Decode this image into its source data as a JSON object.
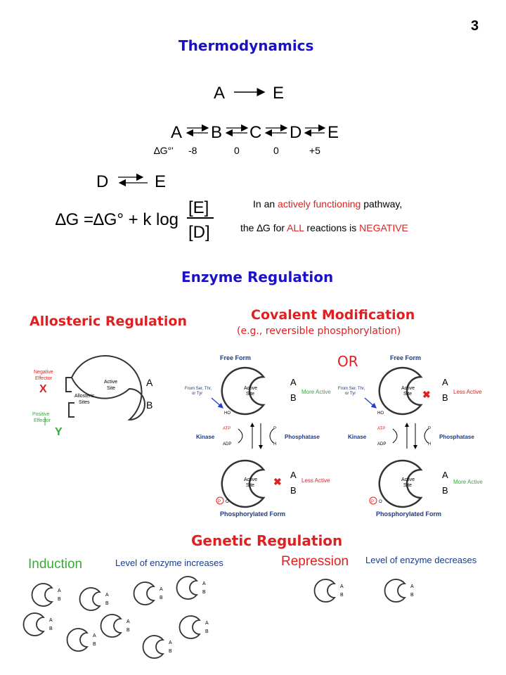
{
  "page_number": "3",
  "thermo": {
    "title": "Thermodynamics",
    "simple": {
      "left": "A",
      "right": "E"
    },
    "pathway": {
      "nodes": [
        "A",
        "B",
        "C",
        "D",
        "E"
      ],
      "dg_label": "∆G°'",
      "dg_values": [
        "-8",
        "0",
        "0",
        "+5"
      ]
    },
    "equilibrium": {
      "left": "D",
      "right": "E"
    },
    "equation": {
      "lhs": "∆G =∆G° + k log",
      "num": "[E]",
      "den": "[D]"
    },
    "note1": {
      "a": "In an ",
      "b": "actively functioning",
      "c": " pathway,"
    },
    "note2": {
      "a": "the ∆G for ",
      "b": "ALL",
      "c": " reactions is ",
      "d": "NEGATIVE"
    }
  },
  "enzyme_regulation": {
    "title": "Enzyme Regulation"
  },
  "allosteric": {
    "title": "Allosteric Regulation",
    "negative_effector": [
      "Negative",
      "Effector"
    ],
    "x": "X",
    "positive_effector": [
      "Positive",
      "Effector"
    ],
    "y": "Y",
    "active_site": [
      "Active",
      "Site"
    ],
    "allosteric_sites": [
      "Allosteric",
      "Sites"
    ],
    "a": "A",
    "b": "B"
  },
  "covalent": {
    "title": "Covalent Modification",
    "subtitle": "(e.g., reversible phosphorylation)",
    "or": "OR",
    "free_form": "Free Form",
    "phosphorylated_form": "Phosphorylated Form",
    "from_ser": [
      "From Ser, Thr,",
      "or Tyr"
    ],
    "active_site": [
      "Active",
      "Site"
    ],
    "more_active": "More Active",
    "less_active": "Less Active",
    "ho": "HO",
    "kinase": "Kinase",
    "phosphatase": "Phosphatase",
    "atp": "ATP",
    "adp": "ADP",
    "pi": "P",
    "h2o": "H",
    "p": "P",
    "o": "O",
    "a": "A",
    "b": "B"
  },
  "genetic": {
    "title": "Genetic Regulation",
    "induction": "Induction",
    "induction_desc": "Level of enzyme increases",
    "repression": "Repression",
    "repression_desc": "Level of enzyme decreases",
    "a": "A",
    "b": "B"
  }
}
